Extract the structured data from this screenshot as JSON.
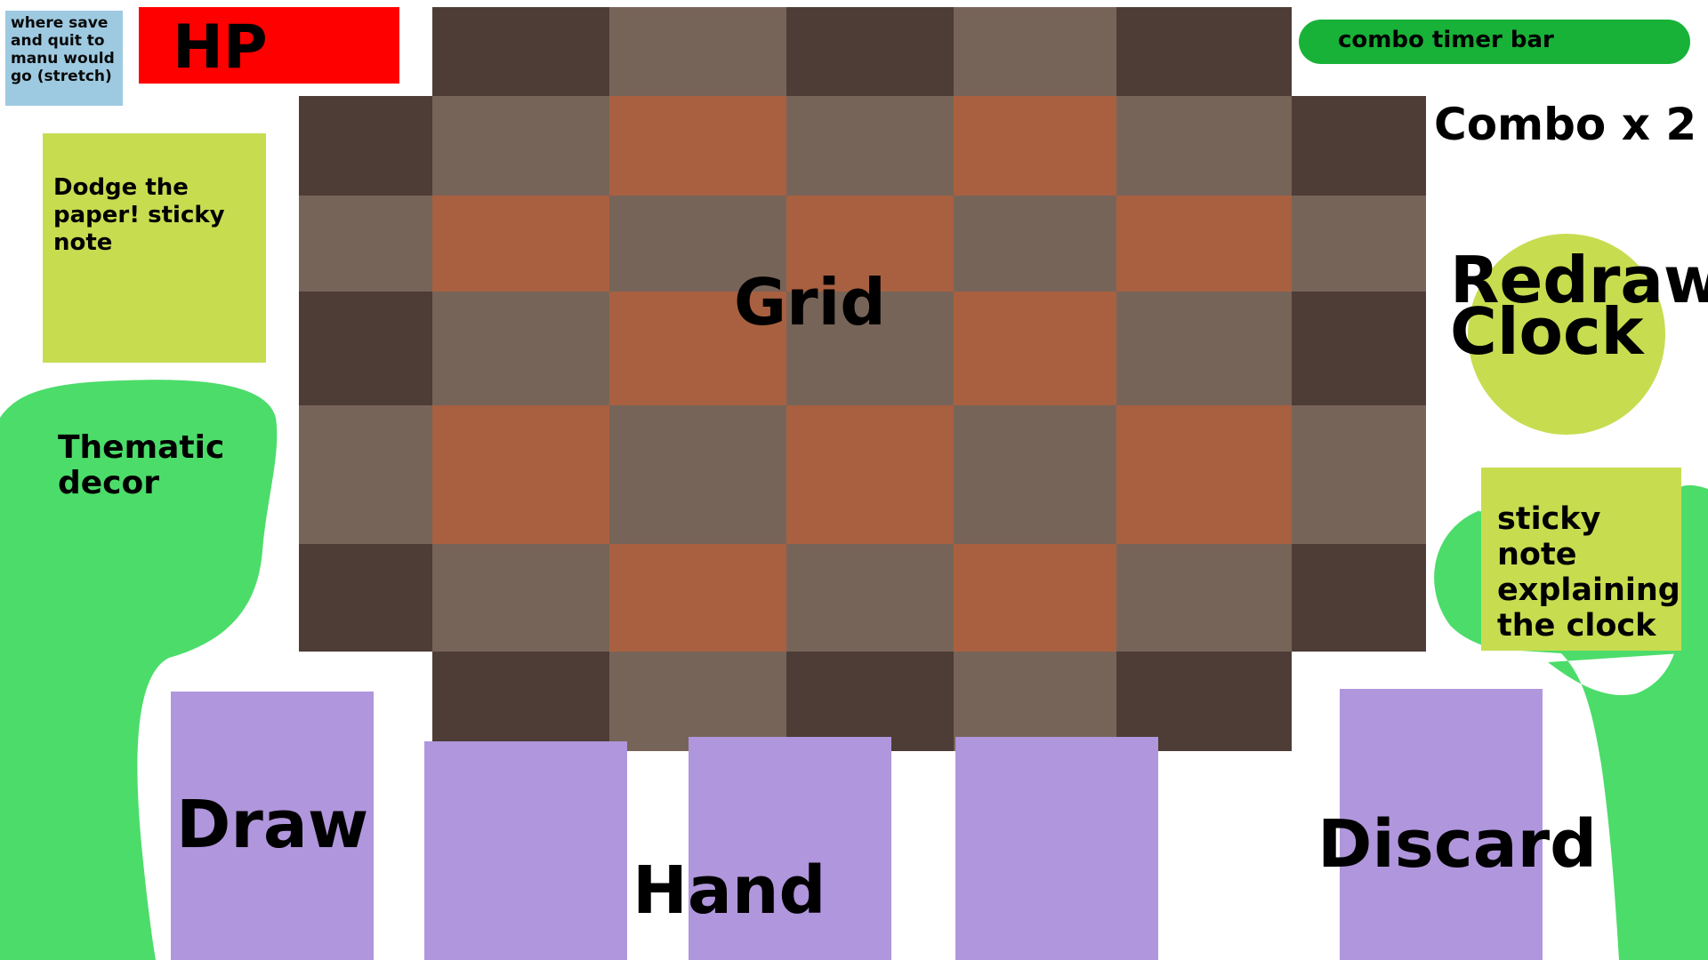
{
  "menu": {
    "label": "where save and quit to manu would go (stretch)"
  },
  "hp": {
    "label": "HP",
    "color": "#ff0000"
  },
  "combo": {
    "timer_label": "combo timer bar",
    "count_label": "Combo x 2",
    "timer_color": "#18b238"
  },
  "notes": {
    "dodge": "Dodge the paper! sticky note",
    "clock_explain": "sticky note explaining the clock",
    "color": "#c8dc50"
  },
  "clock": {
    "label_line1": "Redraw",
    "label_line2": "Clock"
  },
  "decor": {
    "label": "Thematic decor",
    "color": "#4cdc6a"
  },
  "grid": {
    "label": "Grid",
    "colors": {
      "dark": "#4d3d36",
      "light": "#776458",
      "orange": "#a86040"
    }
  },
  "cards": {
    "draw_label": "Draw",
    "hand_label": "Hand",
    "discard_label": "Discard",
    "color": "#b096dc"
  }
}
